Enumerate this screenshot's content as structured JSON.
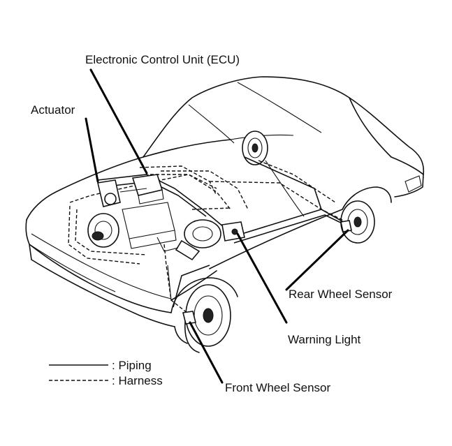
{
  "labels": {
    "ecu": "Electronic Control Unit (ECU)",
    "actuator": "Actuator",
    "rear_wheel_sensor": "Rear Wheel Sensor",
    "warning_light": "Warning Light",
    "front_wheel_sensor": "Front Wheel Sensor"
  },
  "legend": {
    "piping": ": Piping",
    "harness": ": Harness"
  }
}
